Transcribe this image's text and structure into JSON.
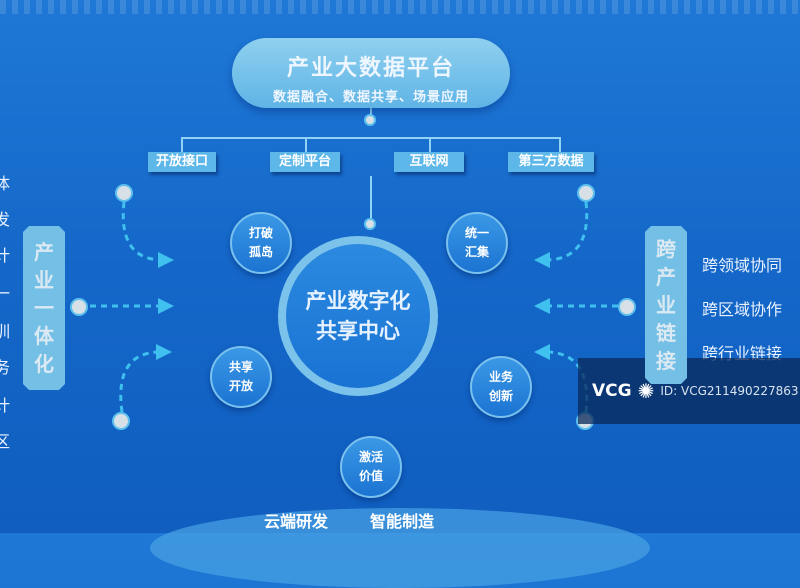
{
  "platform": {
    "title": "产业大数据平台",
    "subtitle": "数据融合、数据共享、场景应用"
  },
  "channels": [
    "开放接口",
    "定制平台",
    "互联网",
    "第三方数据"
  ],
  "center": {
    "line1": "产业数字化",
    "line2": "共享中心"
  },
  "satellites": [
    {
      "l1": "打破",
      "l2": "孤岛"
    },
    {
      "l1": "统一",
      "l2": "汇集"
    },
    {
      "l1": "共享",
      "l2": "开放"
    },
    {
      "l1": "业务",
      "l2": "创新"
    },
    {
      "l1": "激活",
      "l2": "价值"
    }
  ],
  "left_panel": {
    "chars": [
      "产",
      "业",
      "一",
      "体",
      "化"
    ]
  },
  "left_partial": [
    "体",
    "发",
    "计",
    "一",
    "训",
    "务",
    "计",
    "区"
  ],
  "right_panel": {
    "chars": [
      "跨",
      "产",
      "业",
      "链",
      "接"
    ]
  },
  "right_items": [
    "跨领域协同",
    "跨区域协作",
    "跨行业链接"
  ],
  "bottom": [
    "云端研发",
    "智能制造"
  ],
  "watermark": {
    "logo": "VCG",
    "id": "ID: VCG211490227863"
  }
}
